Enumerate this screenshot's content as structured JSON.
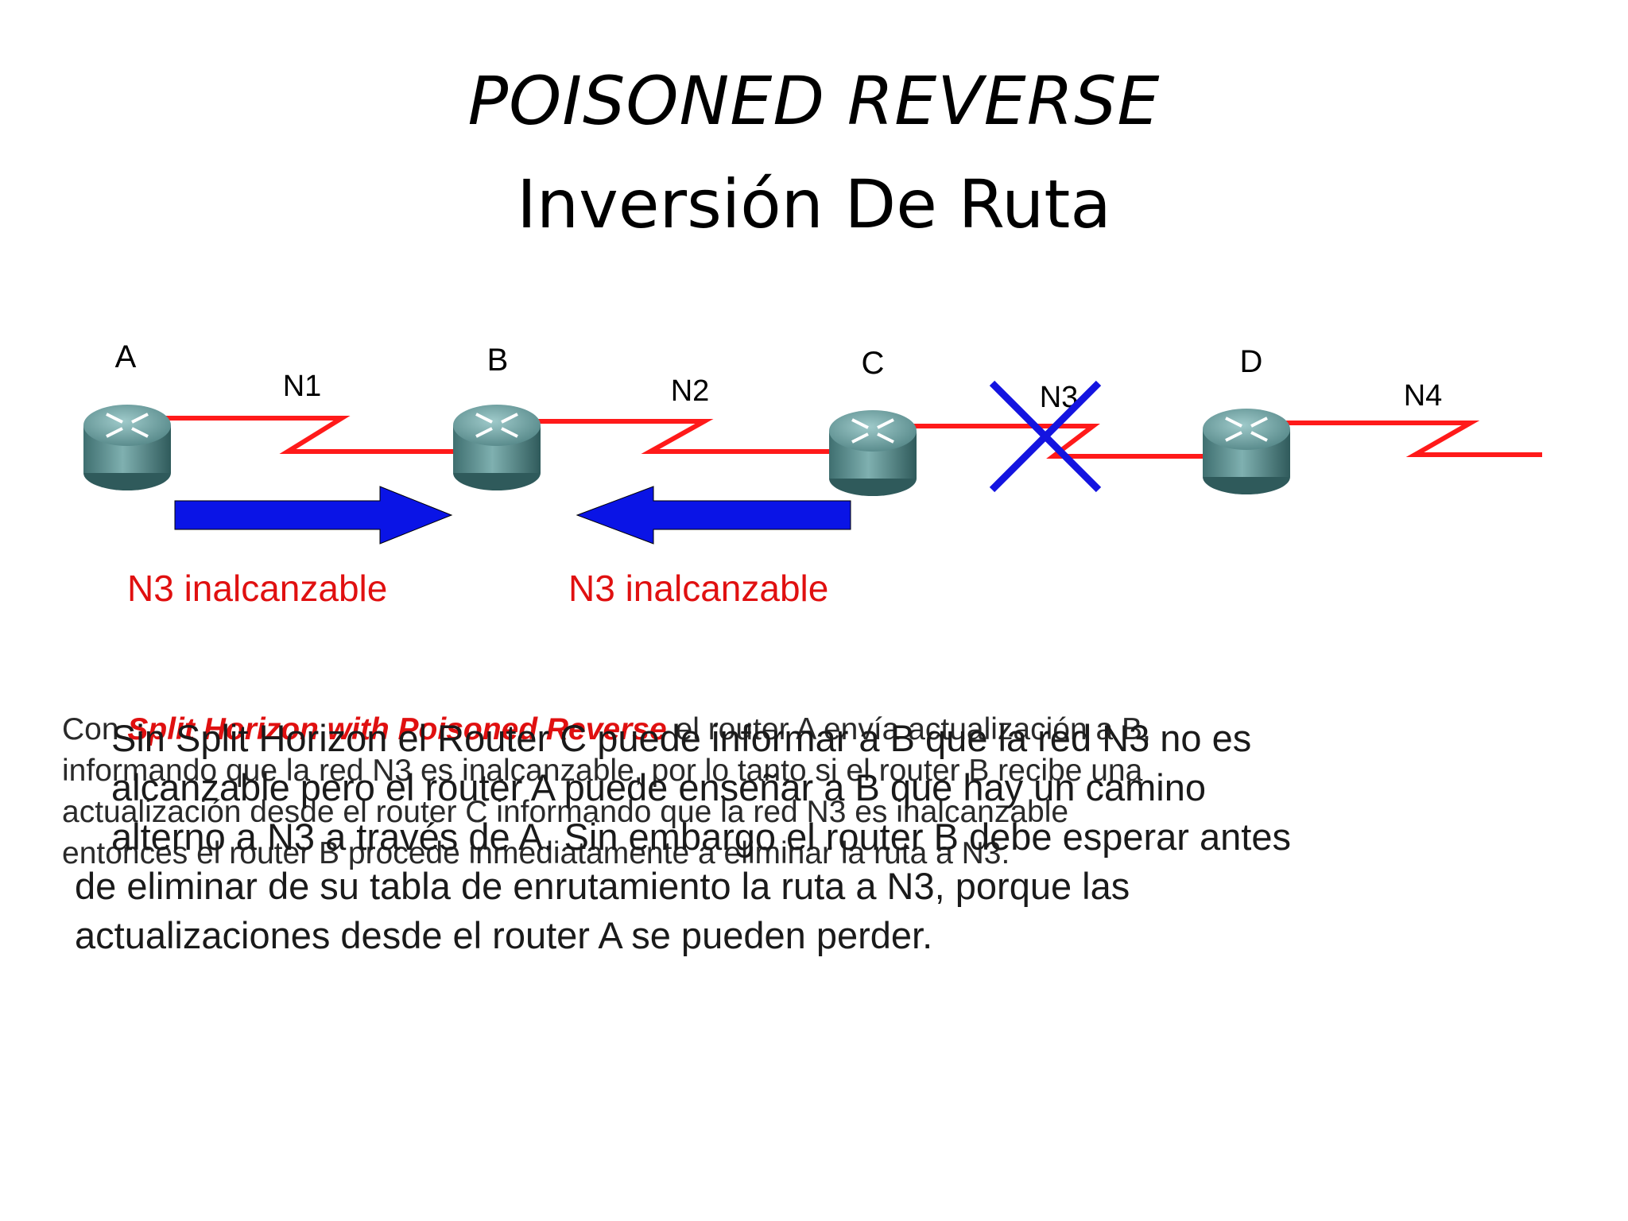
{
  "title": {
    "line1": "POISONED REVERSE",
    "line2": "Inversión De Ruta"
  },
  "routers": [
    {
      "label": "A"
    },
    {
      "label": "B"
    },
    {
      "label": "C"
    },
    {
      "label": "D"
    }
  ],
  "networks": [
    {
      "label": "N1"
    },
    {
      "label": "N2"
    },
    {
      "label": "N3"
    },
    {
      "label": "N4"
    }
  ],
  "arrows": [
    {
      "direction": "right",
      "label": "N3 inalcanzable"
    },
    {
      "direction": "left",
      "label": "N3 inalcanzable"
    }
  ],
  "colors": {
    "link": "#ff1a1a",
    "arrow": "#0a14e6",
    "cross": "#1414e0",
    "label_red": "#e01010",
    "router_body": "#5f9090"
  },
  "paragraph_back": {
    "prefix": "Con ",
    "highlight": "Split Horizon with Poisoned Reverse",
    "lines": [
      " el router A envía actualización a B,",
      "informando que la red N3 es inalcanzable, por lo tanto si el router B recibe una",
      "actualización desde el router C informando que la red N3 es inalcanzable",
      "entonces el router B procede inmediatamente a eliminar la ruta a N3."
    ]
  },
  "paragraph_front": {
    "lines": [
      "Sin Split Horizon el Router C puede informar a B que la red N3 no es",
      "alcanzable pero el router A puede enseñar a B que hay un camino",
      "alterno a N3 a través de A. Sin embargo el router B debe esperar antes",
      "de eliminar de su tabla de enrutamiento  la ruta a N3, porque las",
      "actualizaciones desde el router A se pueden perder."
    ]
  }
}
